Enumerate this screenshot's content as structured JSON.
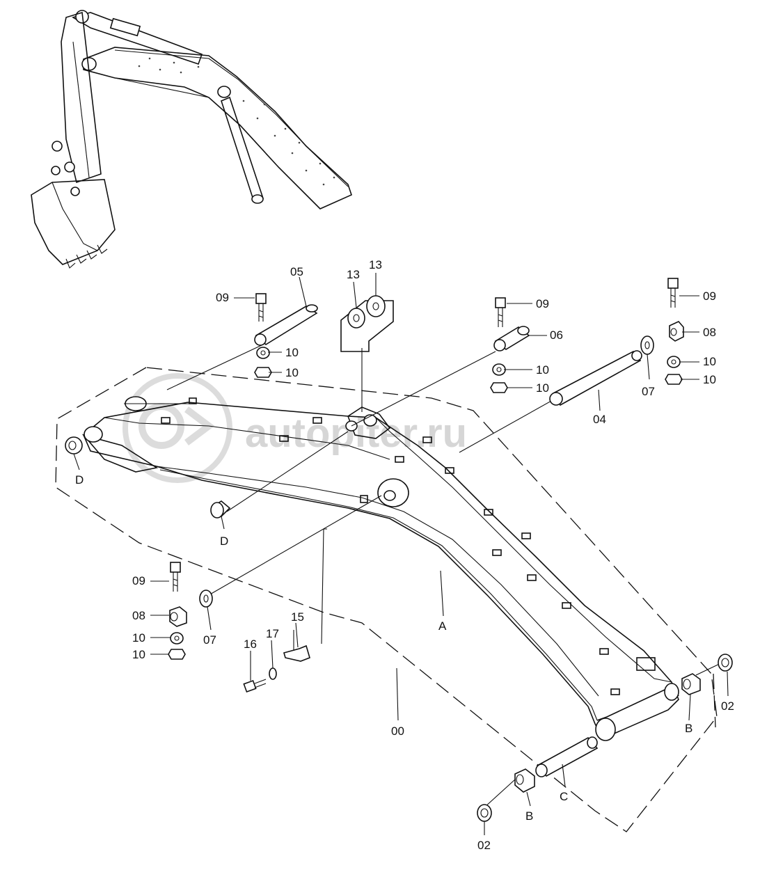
{
  "watermark": "autopiter.ru",
  "labels": {
    "l05": "05",
    "l09a": "09",
    "l10a": "10",
    "l10b": "10",
    "l13a": "13",
    "l13b": "13",
    "l09b": "09",
    "l06": "06",
    "l10c": "10",
    "l10d": "10",
    "l09c": "09",
    "l08a": "08",
    "l10e": "10",
    "l10f": "10",
    "l07a": "07",
    "l04": "04",
    "lDa": "D",
    "lDb": "D",
    "l09d": "09",
    "l08b": "08",
    "l10g": "10",
    "l10h": "10",
    "l07b": "07",
    "l16": "16",
    "l17": "17",
    "l15": "15",
    "lA": "A",
    "l00": "00",
    "lC": "C",
    "lBa": "B",
    "lBb": "B",
    "l02a": "02",
    "l02b": "02"
  },
  "colors": {
    "line": "#111111",
    "watermark": "#d6d6d6",
    "background": "#ffffff"
  }
}
